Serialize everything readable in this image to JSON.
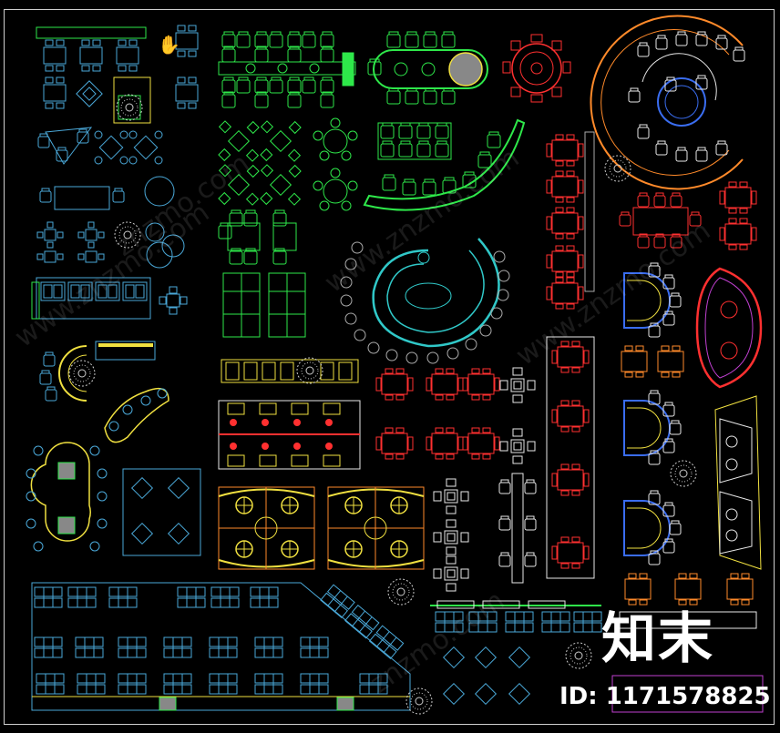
{
  "watermark": {
    "brand_cn": "知末",
    "brand_en": "znzmo.com",
    "site_text": "www.znzmo.com",
    "id_text": "ID: 1171578825"
  },
  "colors": {
    "background": "#000000",
    "frame": "#cfcfcf",
    "cyan_blue": "#4aa8d8",
    "green": "#2ee84a",
    "yellow": "#f0e040",
    "red": "#ff3030",
    "orange": "#ff8a2a",
    "white": "#e8e8e8",
    "blue": "#3a6df0",
    "magenta": "#c040d0",
    "teal": "#30c8c8",
    "grey": "#aaaaaa"
  },
  "icons": [
    "hand-cursor-icon"
  ]
}
